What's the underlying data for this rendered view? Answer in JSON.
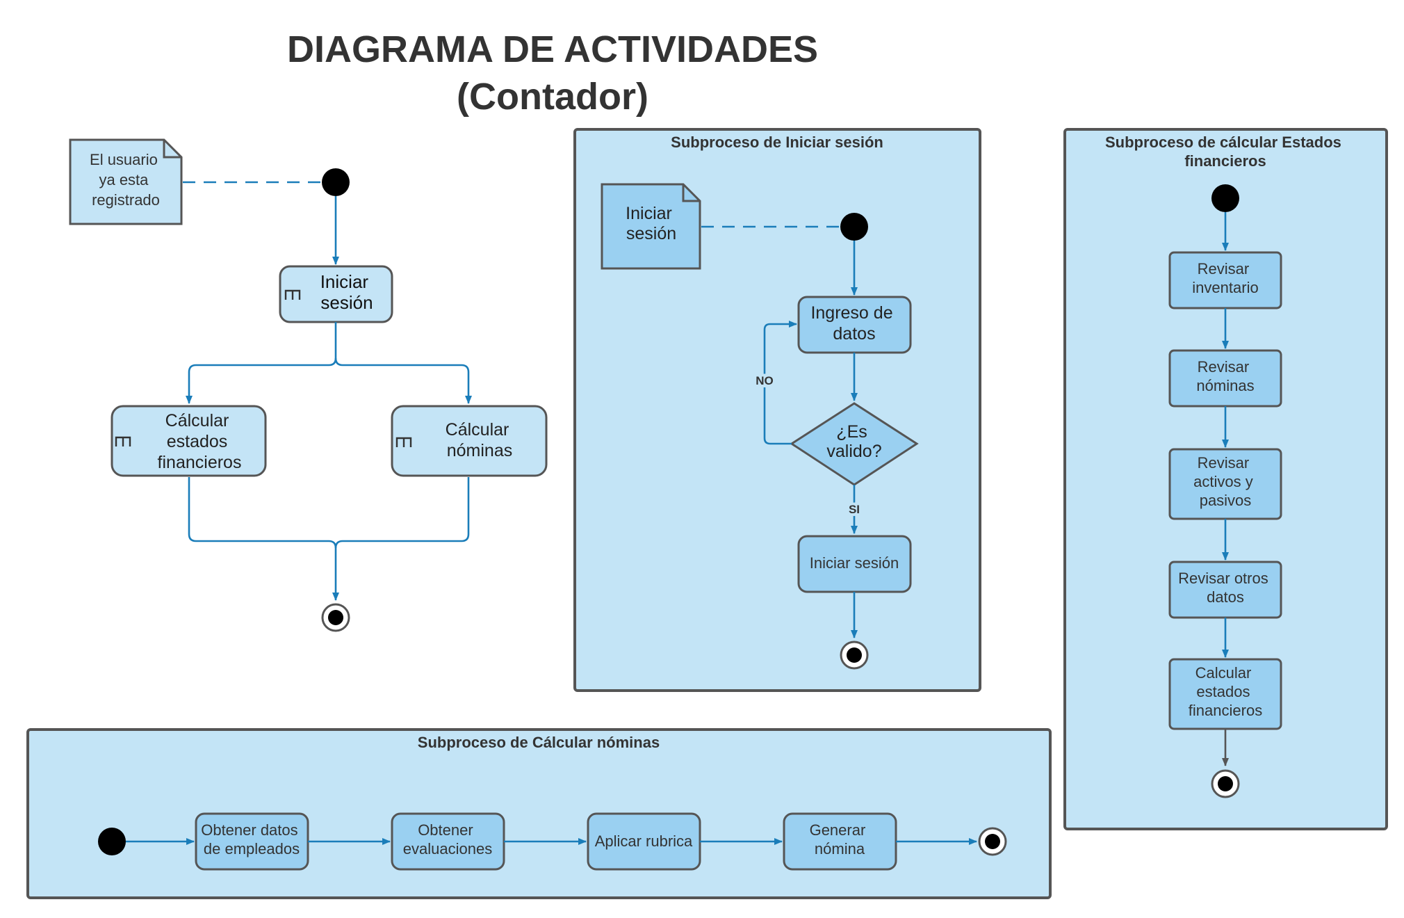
{
  "title": {
    "line1": "DIAGRAMA DE ACTIVIDADES",
    "line2": "(Contador)"
  },
  "main_flow": {
    "note": [
      "El usuario",
      "ya esta",
      "registrado"
    ],
    "login": [
      "Iniciar",
      "sesión"
    ],
    "financial": [
      "Cálcular",
      "estados",
      "financieros"
    ],
    "payroll": [
      "Cálcular",
      "nóminas"
    ]
  },
  "login_sub": {
    "title": "Subproceso de Iniciar sesión",
    "note": [
      "Iniciar",
      "sesión"
    ],
    "input": [
      "Ingreso de",
      "datos"
    ],
    "decision": [
      "¿Es",
      "valido?"
    ],
    "guard_no": "NO",
    "guard_yes": "SI",
    "final": "Iniciar sesión"
  },
  "financial_sub": {
    "title": [
      "Subproceso de cálcular Estados",
      "financieros"
    ],
    "steps": [
      [
        "Revisar",
        "inventario"
      ],
      [
        "Revisar",
        "nóminas"
      ],
      [
        "Revisar",
        "activos y",
        "pasivos"
      ],
      [
        "Revisar otros",
        "datos"
      ],
      [
        "Calcular",
        "estados",
        "financieros"
      ]
    ]
  },
  "payroll_sub": {
    "title": "Subproceso de Cálcular nóminas",
    "steps": [
      [
        "Obtener datos",
        "de empleados"
      ],
      [
        "Obtener",
        "evaluaciones"
      ],
      [
        "Aplicar rubrica"
      ],
      [
        "Generar",
        "nómina"
      ]
    ]
  },
  "colors": {
    "panel": "#c3e4f6",
    "box_light": "#c4e4f6",
    "box_dark": "#9ad0f1",
    "flow": "#1a7db9",
    "border": "#555555"
  }
}
